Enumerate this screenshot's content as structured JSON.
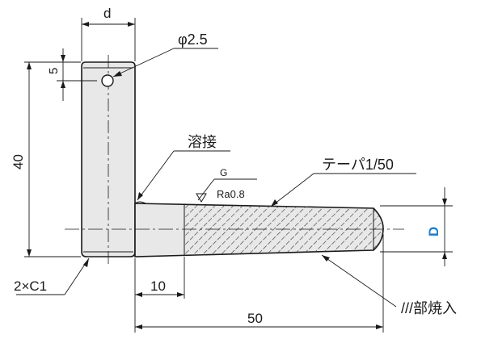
{
  "drawing": {
    "dim_d": "d",
    "dim_hole": "φ2.5",
    "dim_5": "5",
    "dim_40": "40",
    "weld_label": "溶接",
    "finish_grade": "G",
    "finish_ra": "Ra0.8",
    "taper_label": "テーパ1/50",
    "dim_D": "D",
    "chamfer_label": "2×C1",
    "dim_10": "10",
    "dim_50": "50",
    "hardened_label": "///部焼入"
  },
  "colors": {
    "line": "#1a1a1a",
    "part_fill": "#e8e8e8",
    "hatch": "#333333",
    "accent_D": "#1a7fd1"
  }
}
